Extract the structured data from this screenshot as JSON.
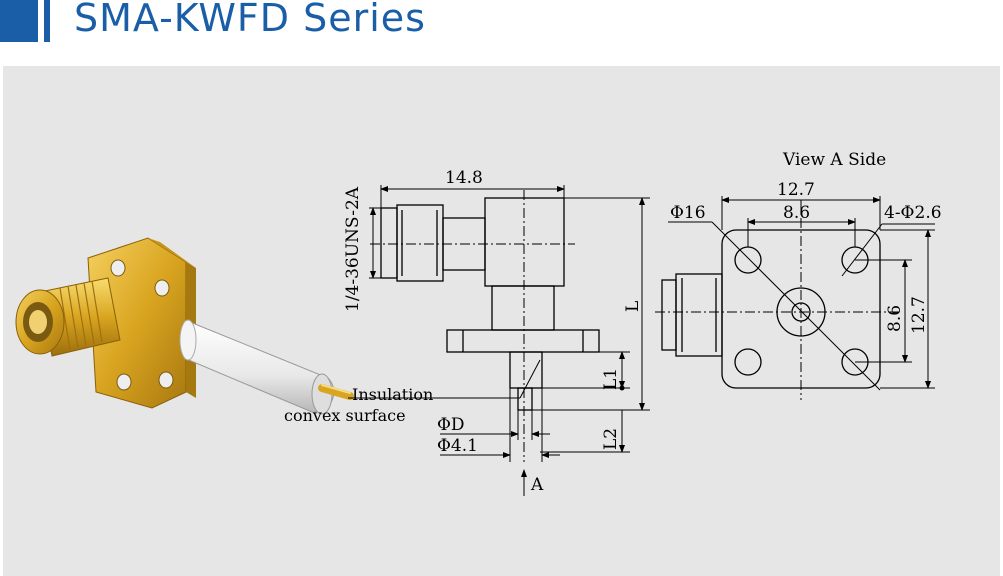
{
  "header": {
    "title": "SMA-KWFD Series"
  },
  "colors": {
    "accent": "#1a5ea8",
    "panel": "#e6e6e6",
    "gold": "#d9a520"
  },
  "drawing": {
    "view_label": "View A Side",
    "thread_spec": "1/4-36UNS-2A",
    "dim_overall_length": "14.8",
    "dim_length_L": "L",
    "dim_L1": "L1",
    "dim_L2": "L2",
    "dim_phi_D": "ΦD",
    "dim_phi_41": "Φ4.1",
    "view_arrow_label": "A",
    "insulation_line1": "Insulation",
    "insulation_line2": "convex surface",
    "dim_phi16": "Φ16",
    "dim_127_top": "12.7",
    "dim_86_top": "8.6",
    "dim_holes": "4-Φ2.6",
    "dim_86_side": "8.6",
    "dim_127_side": "12.7"
  }
}
